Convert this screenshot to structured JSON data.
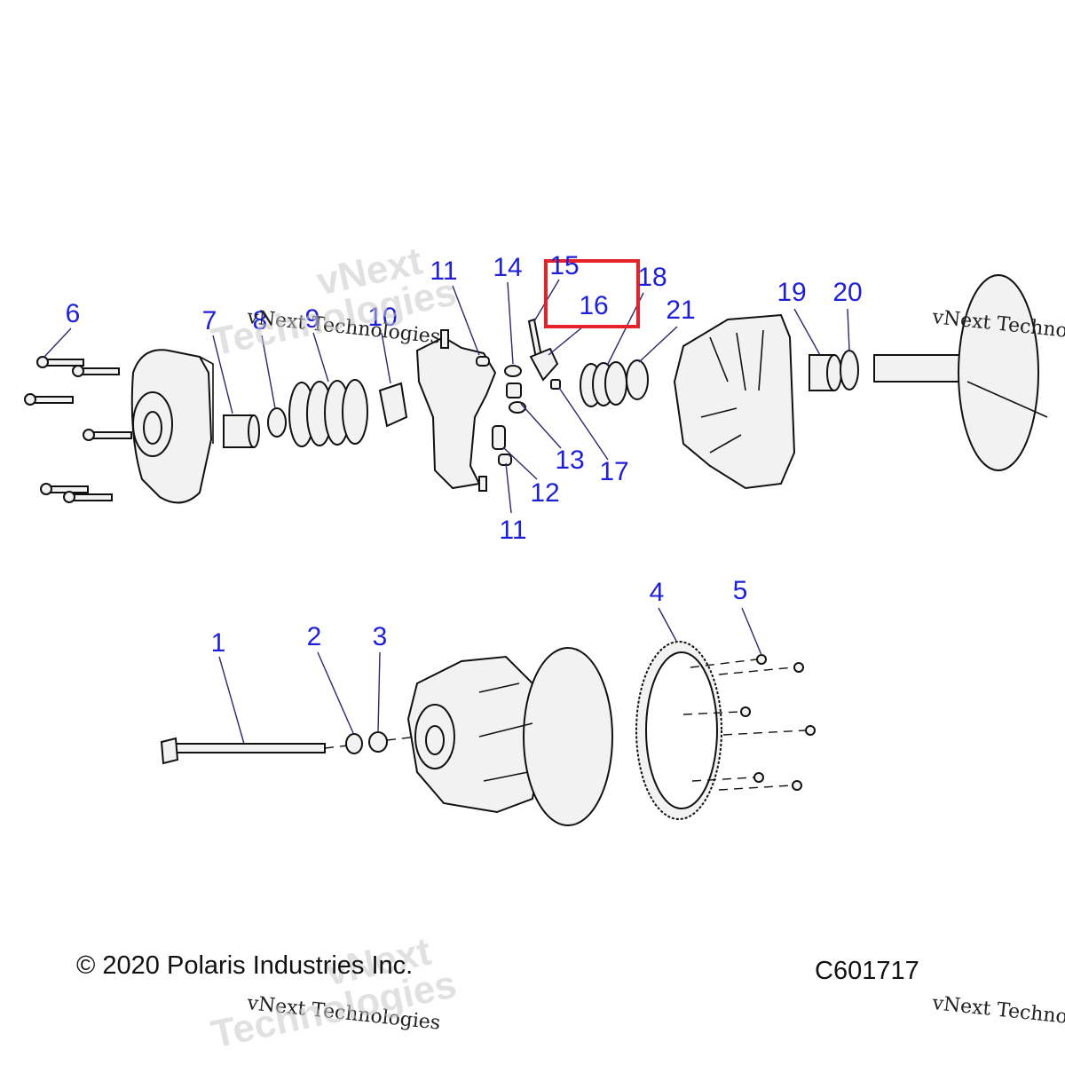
{
  "colors": {
    "callout": "#1f1fd6",
    "highlight": "#e52229",
    "line": "#111111",
    "part_fill": "#f2f2f2"
  },
  "callouts": {
    "c1": "1",
    "c2": "2",
    "c3": "3",
    "c4": "4",
    "c5": "5",
    "c6": "6",
    "c7": "7",
    "c8": "8",
    "c9": "9",
    "c10": "10",
    "c11a": "11",
    "c11b": "11",
    "c12": "12",
    "c13": "13",
    "c14": "14",
    "c15": "15",
    "c16": "16",
    "c17": "17",
    "c18": "18",
    "c19": "19",
    "c20": "20",
    "c21": "21"
  },
  "footer": {
    "copyright": "© 2020 Polaris Industries Inc.",
    "code": "C601717"
  },
  "watermark": {
    "line1": "vNext Technologies",
    "big1": "vNext",
    "big2": "Technologies",
    "partial": "vNext Techno"
  }
}
